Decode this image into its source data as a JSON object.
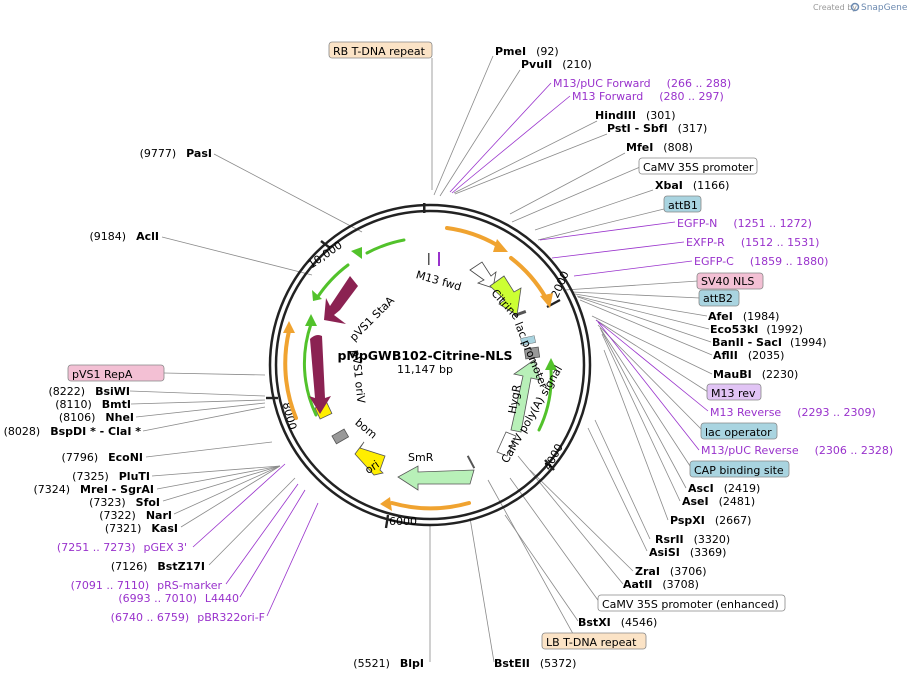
{
  "credit": {
    "prefix": "Created by",
    "brand": "SnapGene"
  },
  "plasmid": {
    "name": "pMpGWB102-Citrine-NLS",
    "length": 11147,
    "size_label": "11,147 bp"
  },
  "colors": {
    "orange_arrow": "#f0a330",
    "green_arrow": "#52c22b",
    "crimson_feature": "#8b2252",
    "lime_feature": "#ccff33",
    "mint_feature": "#b8f0b8",
    "yellow_feature": "#ffee00",
    "gray_feature": "#999999",
    "primer": "#9932cc",
    "orange_box": "#fbe3c6",
    "pink_box": "#f3c0d4",
    "teal_box": "#a9d4e0",
    "lilac_box": "#e1c4f5",
    "white_box": "#ffffff"
  },
  "ticks": [
    {
      "label": "2000",
      "pos": 2000
    },
    {
      "label": "4000",
      "pos": 4000
    },
    {
      "label": "6000",
      "pos": 6000
    },
    {
      "label": "8000",
      "pos": 8000
    },
    {
      "label": "10,000",
      "pos": 10000
    }
  ],
  "features": [
    {
      "name": "M13 fwd",
      "shape": "open",
      "start": 280,
      "end": 297
    },
    {
      "name": "Citrine",
      "shape": "arrow",
      "start": 1290,
      "end": 1780,
      "color": "#ccff33"
    },
    {
      "name": "lac promoter",
      "shape": "open",
      "start": 2310,
      "end": 2345
    },
    {
      "name": "HygR",
      "shape": "arrow",
      "start": 2780,
      "end": 3320,
      "color": "#b8f0b8",
      "reverse": true
    },
    {
      "name": "CaMV poly(A) signal",
      "shape": "open",
      "start": 3380,
      "end": 3560
    },
    {
      "name": "SmR",
      "shape": "arrow",
      "start": 5480,
      "end": 6000,
      "color": "#b8f0b8",
      "reverse": true
    },
    {
      "name": "ori",
      "shape": "arrow",
      "start": 6760,
      "end": 7120,
      "color": "#ffee00",
      "reverse": true
    },
    {
      "name": "bom",
      "shape": "box",
      "start": 7300,
      "end": 7420,
      "color": "#999999"
    },
    {
      "name": "pVS1 oriV",
      "shape": "box",
      "start": 7800,
      "end": 7930,
      "color": "#ffee00"
    },
    {
      "name": "pVS1 RepA",
      "shape": "arrow",
      "start": 8190,
      "end": 9300,
      "color": "#8b2252",
      "reverse": true
    },
    {
      "name": "pVS1 StaA",
      "shape": "arrow",
      "start": 9560,
      "end": 10200,
      "color": "#8b2252",
      "reverse": true
    }
  ],
  "sites": [
    {
      "name": "PmeI",
      "pos": "(92)",
      "side": "right"
    },
    {
      "name": "PvuII",
      "pos": "(210)",
      "side": "right"
    },
    {
      "name": "HindIII",
      "pos": "(301)",
      "side": "right"
    },
    {
      "name": "PstI  - SbfI",
      "pos": "(317)",
      "side": "right"
    },
    {
      "name": "MfeI",
      "pos": "(808)",
      "side": "right"
    },
    {
      "name": "XbaI",
      "pos": "(1166)",
      "side": "right"
    },
    {
      "name": "AfeI",
      "pos": "(1984)",
      "side": "right"
    },
    {
      "name": "Eco53kI",
      "pos": "(1992)",
      "side": "right"
    },
    {
      "name": "BanII  - SacI",
      "pos": "(1994)",
      "side": "right"
    },
    {
      "name": "AflII",
      "pos": "(2035)",
      "side": "right"
    },
    {
      "name": "MauBI",
      "pos": "(2230)",
      "side": "right"
    },
    {
      "name": "AscI",
      "pos": "(2419)",
      "side": "right"
    },
    {
      "name": "AseI",
      "pos": "(2481)",
      "side": "right"
    },
    {
      "name": "PspXI",
      "pos": "(2667)",
      "side": "right"
    },
    {
      "name": "RsrII",
      "pos": "(3320)",
      "side": "right"
    },
    {
      "name": "AsiSI",
      "pos": "(3369)",
      "side": "right"
    },
    {
      "name": "ZraI",
      "pos": "(3706)",
      "side": "right"
    },
    {
      "name": "AatII",
      "pos": "(3708)",
      "side": "right"
    },
    {
      "name": "BstXI",
      "pos": "(4546)",
      "side": "right"
    },
    {
      "name": "BstEII",
      "pos": "(5372)",
      "side": "right"
    },
    {
      "name": "BlpI",
      "pos": "(5521)",
      "side": "left"
    },
    {
      "name": "BstZ17I",
      "pos": "(7126)",
      "side": "left"
    },
    {
      "name": "KasI",
      "pos": "(7321)",
      "side": "left"
    },
    {
      "name": "NarI",
      "pos": "(7322)",
      "side": "left"
    },
    {
      "name": "SfoI",
      "pos": "(7323)",
      "side": "left"
    },
    {
      "name": "MreI  - SgrAI",
      "pos": "(7324)",
      "side": "left"
    },
    {
      "name": "PluTI",
      "pos": "(7325)",
      "side": "left"
    },
    {
      "name": "EcoNI",
      "pos": "(7796)",
      "side": "left"
    },
    {
      "name": "BspDI *  - ClaI *",
      "pos": "(8028)",
      "side": "left"
    },
    {
      "name": "NheI",
      "pos": "(8106)",
      "side": "left"
    },
    {
      "name": "BmtI",
      "pos": "(8110)",
      "side": "left"
    },
    {
      "name": "BsiWI",
      "pos": "(8222)",
      "side": "left"
    },
    {
      "name": "AclI",
      "pos": "(9184)",
      "side": "left"
    },
    {
      "name": "PasI",
      "pos": "(9777)",
      "side": "left"
    }
  ],
  "primers": [
    {
      "name": "M13/pUC Forward",
      "range": "(266 .. 288)"
    },
    {
      "name": "M13 Forward",
      "range": "(280 .. 297)"
    },
    {
      "name": "EGFP-N",
      "range": "(1251 .. 1272)"
    },
    {
      "name": "EXFP-R",
      "range": "(1512 .. 1531)"
    },
    {
      "name": "EGFP-C",
      "range": "(1859 .. 1880)"
    },
    {
      "name": "M13 Reverse",
      "range": "(2293 .. 2309)"
    },
    {
      "name": "M13/pUC Reverse",
      "range": "(2306 .. 2328)"
    },
    {
      "name": "pGEX 3'",
      "range": "(7251 .. 7273)"
    },
    {
      "name": "pRS-marker",
      "range": "(7091 .. 7110)"
    },
    {
      "name": "L4440",
      "range": "(6993 .. 7010)"
    },
    {
      "name": "pBR322ori-F",
      "range": "(6740 .. 6759)"
    }
  ],
  "boxed": [
    {
      "name": "RB T-DNA repeat",
      "style": "orange"
    },
    {
      "name": "CaMV 35S promoter",
      "style": "white"
    },
    {
      "name": "attB1",
      "style": "teal"
    },
    {
      "name": "SV40 NLS",
      "style": "pink"
    },
    {
      "name": "attB2",
      "style": "teal"
    },
    {
      "name": "M13 rev",
      "style": "lilac"
    },
    {
      "name": "lac operator",
      "style": "teal"
    },
    {
      "name": "CAP binding site",
      "style": "teal"
    },
    {
      "name": "CaMV 35S promoter (enhanced)",
      "style": "white"
    },
    {
      "name": "LB T-DNA repeat",
      "style": "orange"
    },
    {
      "name": "pVS1 RepA",
      "style": "pink"
    }
  ]
}
